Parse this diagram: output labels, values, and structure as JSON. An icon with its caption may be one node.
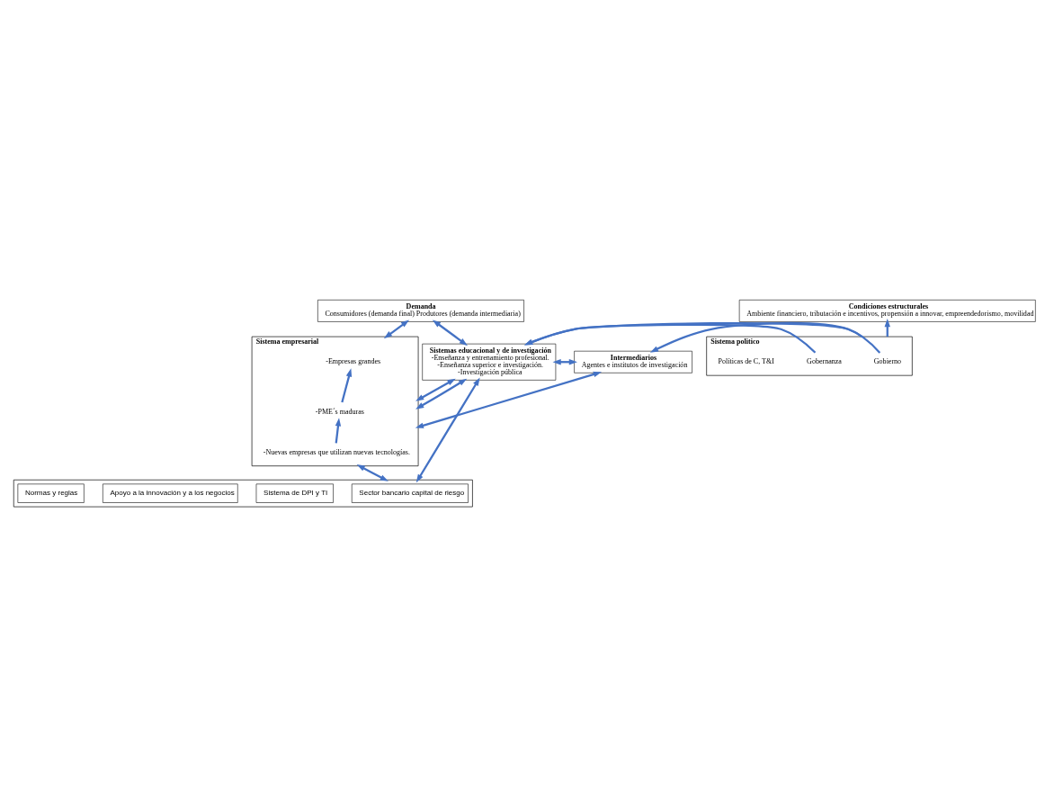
{
  "diagram": {
    "nodes": [
      {
        "text": [
          "Demanda",
          "Consumidores (demanda final) Produtores (demanda intermediaria)"
        ]
      },
      {
        "text": [
          "Condiciones estructurales",
          "Ambiente financiero, tributación e incentivos, propensión a innovar, empreendedorismo, movilidad"
        ]
      },
      {
        "text": [
          "Sistema empresarial"
        ]
      },
      {
        "text": [
          "-Empresas grandes"
        ],
        "in": 2
      },
      {
        "text": [
          "-PME´s maduras"
        ],
        "in": 2
      },
      {
        "text": [
          "-Nuevas empresas que utilizan nuevas tecnologías."
        ],
        "in": 2
      },
      {
        "text": [
          "Intermediarios",
          "Agentes e institutos de investigación"
        ]
      },
      {
        "text": [
          "Sistemas educacional y de investigación",
          "-Enseñanza y entrenamiento profesional.",
          "-Enseñanza superior e investigación.",
          "-Investigación pública"
        ]
      },
      {
        "text": [
          "Sistema politico"
        ]
      },
      {
        "text": [
          "Gobierno"
        ],
        "in": 8
      },
      {
        "text": [
          "Gobernanza"
        ],
        "in": 8
      },
      {
        "text": [
          "Políticas de C, T&I"
        ],
        "in": 8
      },
      {
        "text": [],
        "shape": "box"
      },
      {
        "text": [
          "Sector bancario capital de riesgo"
        ],
        "in": 12
      },
      {
        "text": [
          "Sistema de DPI y TI"
        ],
        "in": 12
      },
      {
        "text": [
          "Apoyo a la innovación y a los negocios"
        ],
        "in": 12
      },
      {
        "text": [
          "Normas y reglas"
        ],
        "in": 12
      }
    ],
    "edges": [
      {
        "from": 0,
        "to": 2,
        "arrow": "both"
      },
      {
        "from": 0,
        "to": 7,
        "arrow": "both"
      },
      {
        "from": 8,
        "to": 1,
        "arrow": "to"
      },
      {
        "from": 8,
        "to": 6,
        "arrow": "to"
      },
      {
        "from": 2,
        "to": 7,
        "arrow": "both"
      },
      {
        "from": 2,
        "to": 6,
        "arrow": "both"
      },
      {
        "from": 6,
        "to": 7,
        "arrow": "both"
      },
      {
        "from": 2,
        "to": 7,
        "arrow": "both"
      },
      {
        "from": 4,
        "to": 3,
        "arrow": "to"
      },
      {
        "from": 5,
        "to": 4,
        "arrow": "to"
      },
      {
        "from": 9,
        "to": 7,
        "arrow": "to"
      },
      {
        "from": 10,
        "to": 7,
        "arrow": "to"
      },
      {
        "from": 2,
        "to": 12,
        "arrow": "both"
      },
      {
        "from": 7,
        "to": 12,
        "arrow": "both"
      }
    ]
  }
}
